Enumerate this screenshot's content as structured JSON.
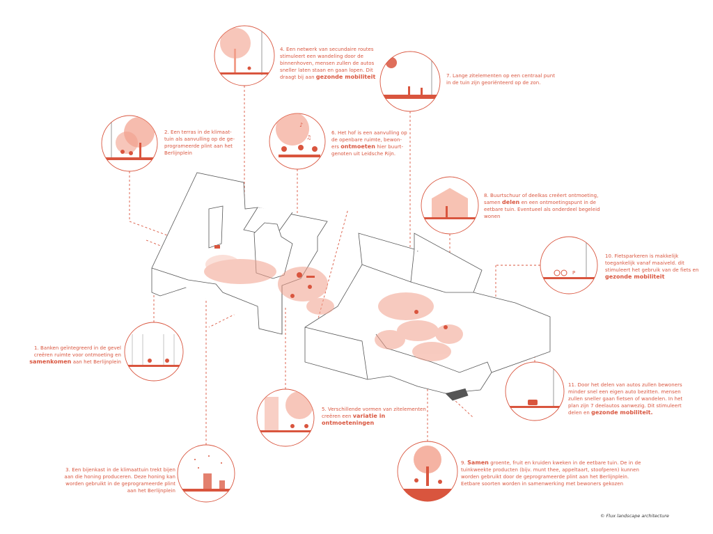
{
  "notes": [
    {
      "id": "n1",
      "lines": [
        [
          "1. Banken geïntegreerd in de gevel",
          ""
        ],
        [
          "creëren ruimte voor ontmoeting en",
          ""
        ],
        [
          "",
          "samenkomen",
          " aan het Berlijnplein"
        ]
      ]
    },
    {
      "id": "n2",
      "lines": [
        [
          "2. Een terras in de klimaat-"
        ],
        [
          "tuin als aanvulling op de ge-"
        ],
        [
          "programeerde plint aan het"
        ],
        [
          "Berlijnplein"
        ]
      ]
    },
    {
      "id": "n3",
      "lines": [
        [
          "3. Een bijenkast in de klimaattuin trekt bijen"
        ],
        [
          "aan die honing produceren. Deze honing kan"
        ],
        [
          "worden gebruikt in de geprogrameerde plint"
        ],
        [
          "aan het Berlijnplein"
        ]
      ]
    },
    {
      "id": "n4",
      "lines": [
        [
          "4. Een netwerk van secundaire routes"
        ],
        [
          "stimuleert een wandeling door de"
        ],
        [
          "binnenhoven, mensen zullen de autos"
        ],
        [
          "sneller laten staan en gaan lopen. Dit"
        ],
        [
          "draagt bij aan ",
          "gezonde mobiliteit"
        ]
      ]
    },
    {
      "id": "n5",
      "lines": [
        [
          "5. Verschillende vormen van zitelementen"
        ],
        [
          "creëren een ",
          "variatie in"
        ],
        [
          "",
          "ontmoeteningen"
        ]
      ]
    },
    {
      "id": "n6",
      "lines": [
        [
          "6. Het hof is een aanvulling op"
        ],
        [
          "de openbare ruimte, bewon-"
        ],
        [
          "ers ",
          "ontmoeten",
          " hier buurt-"
        ],
        [
          "genoten uit Leidsche Rijn."
        ]
      ]
    },
    {
      "id": "n7",
      "lines": [
        [
          "7. Lange zitelementen op een centraal punt"
        ],
        [
          "in de tuin zijn georiënteerd op de zon."
        ]
      ]
    },
    {
      "id": "n8",
      "lines": [
        [
          "8. Buurtschuur of deelkas creëert ontmoeting,"
        ],
        [
          "samen ",
          "delen",
          " en een ontmoetingspunt in de"
        ],
        [
          "eetbare tuin. Eventueel als onderdeel begeleid"
        ],
        [
          "wonen"
        ]
      ]
    },
    {
      "id": "n9",
      "lines": [
        [
          "9. ",
          "Samen",
          " groente, fruit en kruiden kweken in de eetbare tuin. De in de"
        ],
        [
          "tuinkweekte producten (bijv. munt thee, appeltaart, stoofperen) kunnen"
        ],
        [
          "worden gebruikt door de geprogrameerde plint aan het Berlijnplein."
        ],
        [
          "Eetbare soorten worden in samenwerking met bewoners gekozen"
        ]
      ]
    },
    {
      "id": "n10",
      "lines": [
        [
          "10. Fietsparkeren is makkelijk"
        ],
        [
          "toegankelijk vanaf maaiveld. dit"
        ],
        [
          "stimuleert het gebruik van de fiets en"
        ],
        [
          "",
          "gezonde mobiliteit"
        ]
      ]
    },
    {
      "id": "n11",
      "lines": [
        [
          "11. Door het delen van autos zullen bewoners"
        ],
        [
          "minder snel een eigen auto bezitten. mensen"
        ],
        [
          "zullen sneller gaan fietsen of wandelen. In het"
        ],
        [
          "plan zijn 7 deelautos aanwezig. Dit stimuleert"
        ],
        [
          "delen en ",
          "gezonde mobiliteit."
        ]
      ]
    }
  ],
  "copyright": "© Flux landscape architecture",
  "colors": {
    "accent": "#d9553e",
    "line": "#555555",
    "fill": "#f2a08c"
  }
}
